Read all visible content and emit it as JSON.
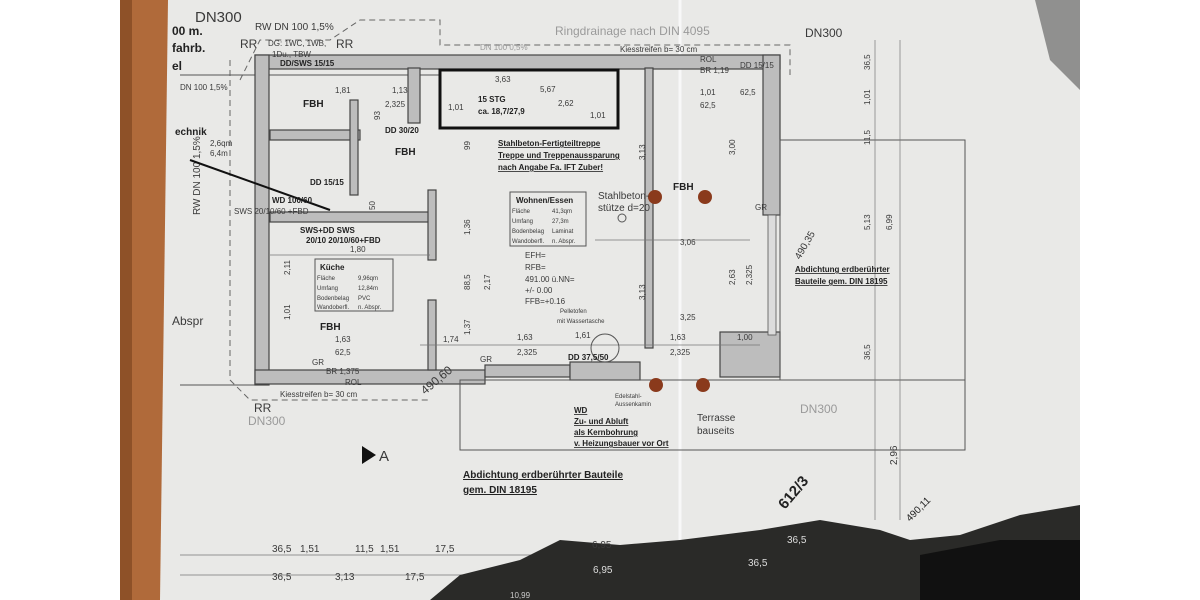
{
  "plan": {
    "top_labels": {
      "dn300_left": "DN300",
      "rw_dn100": "RW DN 100 1,5%",
      "ringdrainage": "Ringdrainage nach DIN 4095",
      "dn300_right": "DN300",
      "dn100": "DN 100 0,5%",
      "kiesstreifen_top": "Kiesstreifen b= 30 cm",
      "rr_left": "RR",
      "rr_right": "RR",
      "dg": "DG: 1WC, 1WB,",
      "du_tbw": "1Du., TBW",
      "dd_sws": "DD/SWS 15/15"
    },
    "left_margin": {
      "m": "00 m.",
      "fahrb": "fahrb.",
      "el": "el",
      "technik": "echnik",
      "t1": "2,6qm",
      "t2": "6,4m",
      "rw_dn": "RW DN 100 1,5%",
      "abspr": "Abspr",
      "dn100": "DN 100 1,5%"
    },
    "rooms": {
      "fbh": "FBH",
      "stair": "15 STG",
      "stair_size": "ca. 18,7/27,9"
    },
    "stair_note": [
      "Stahlbeton-Fertigteiltreppe",
      "Treppe und Treppenaussparung",
      "nach Angabe Fa. IFT Zuber!"
    ],
    "wohnen": {
      "title": "Wohnen/Essen",
      "rows": [
        [
          "Fläche",
          "41,3qm"
        ],
        [
          "Umfang",
          "27,3m"
        ],
        [
          "Bodenbelag",
          "Laminat"
        ],
        [
          "Wandoberfl.",
          "n. Abspr."
        ]
      ]
    },
    "kueche": {
      "title": "Küche",
      "rows": [
        [
          "Fläche",
          "9,96qm"
        ],
        [
          "Umfang",
          "12,84m"
        ],
        [
          "Bodenbelag",
          "PVC"
        ],
        [
          "Wandoberfl.",
          "n. Abspr."
        ]
      ]
    },
    "levels": [
      "EFH=",
      "RFB=",
      "491.00 ü.NN=",
      "+/- 0.00",
      "FFB=+0.16"
    ],
    "column": [
      "Stahlbeton-",
      "stütze d=20"
    ],
    "dimensions": [
      "1,81",
      "1,13",
      "2,325",
      "1,01",
      "3,63",
      "5,67",
      "2,62",
      "1,01",
      "62,5",
      "1,01",
      "62,5",
      "3,13",
      "3,00",
      "3,06",
      "2,63",
      "2,325",
      "3,13",
      "3,25",
      "1,63",
      "2,325",
      "1,61",
      "1,63",
      "2,325",
      "1,00",
      "1,74",
      "1,37",
      "1,36",
      "88,5",
      "2,17",
      "99",
      "1,80",
      "1,63",
      "62,5",
      "2,11",
      "1,01",
      "93",
      "50",
      "5,13",
      "6,99",
      "1,01",
      "11,5",
      "36,5",
      "36,5"
    ],
    "wall_labels": {
      "sws_fbd": "SWS 20/10/60 +FBD",
      "sws_dd": "SWS+DD  SWS",
      "sws_sub": "20/10     20/10/60+FBD",
      "wd": "WD 100/60",
      "dd": "DD 30/20",
      "dd2": "DD 15/15",
      "dd375": "DD 37,5/50",
      "gr": "GR",
      "rol": "ROL",
      "br": "BR 1,375",
      "br2": "BR 1,19",
      "dd1515": "DD 15/15",
      "kiesstreifen": "Kiesstreifen b= 30 cm",
      "pellet": [
        "Pelletofen",
        "mit Wassertasche"
      ],
      "edelstahl": [
        "Edelstahl-",
        "Aussenkamin"
      ]
    },
    "wd_note": [
      "WD",
      "Zu- und Abluft",
      "als Kernbohrung",
      "v. Heizungsbauer vor Ort"
    ],
    "terrasse": [
      "Terrasse",
      "bauseits"
    ],
    "abdichtung_right": [
      "Abdichtung erdberührter",
      "Bauteile gem. DIN 18195"
    ],
    "abdichtung_bottom": [
      "Abdichtung erdberührter Bauteile",
      "gem. DIN 18195"
    ],
    "elevation": "490,60",
    "elevation_right": "490,35",
    "elevation_br": "490,11",
    "parcel": "612/3",
    "section": "A",
    "rr_bottom": "RR",
    "dn300_bottom": "DN300",
    "dn300_br": "DN300",
    "dim_296": "2,96",
    "bottom_dims_1": [
      "36,5",
      "1,51",
      "11,5",
      "1,51",
      "17,5",
      "6,95",
      "36,5"
    ],
    "bottom_dims_2": [
      "36,5",
      "3,13",
      "17,5",
      "6,95",
      "36,5"
    ],
    "bottom_dim_3": "10,99",
    "colors": {
      "paper": "#e9e9e7",
      "wood": "#b06a3a",
      "marker": "#8a3a1c",
      "foliage": "#2a2a28"
    }
  }
}
